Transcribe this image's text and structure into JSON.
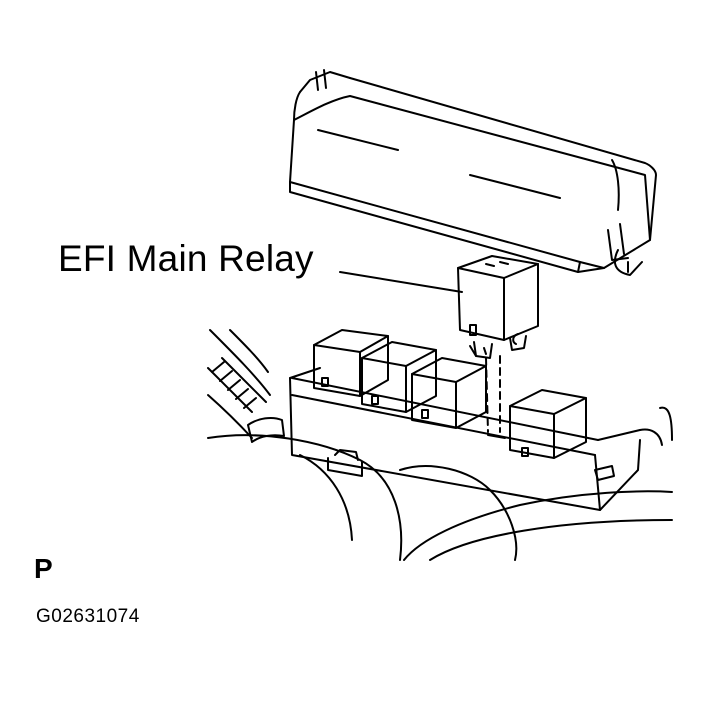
{
  "diagram": {
    "callout_label": "EFI Main Relay",
    "view_letter": "P",
    "figure_id": "G02631074"
  },
  "colors": {
    "ink": "#000000",
    "paper": "#ffffff"
  }
}
